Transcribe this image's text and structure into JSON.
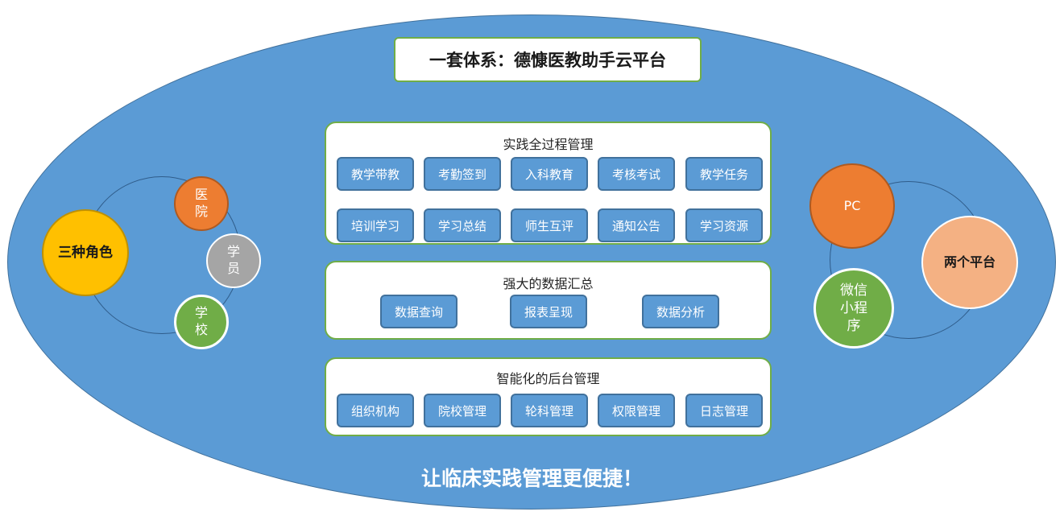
{
  "title": "一套体系：德慷医教助手云平台",
  "roles": {
    "center": "三种角色",
    "hospital": "医\n院",
    "student": "学\n员",
    "school": "学\n校"
  },
  "platforms": {
    "center": "两个平台",
    "pc": "PC",
    "mini_program": "微信\n小程\n序"
  },
  "panels": [
    {
      "title": "实践全过程管理",
      "items": [
        "教学带教",
        "考勤签到",
        "入科教育",
        "考核考试",
        "教学任务",
        "培训学习",
        "学习总结",
        "师生互评",
        "通知公告",
        "学习资源"
      ]
    },
    {
      "title": "强大的数据汇总",
      "items": [
        "数据查询",
        "报表呈现",
        "数据分析"
      ]
    },
    {
      "title": "智能化的后台管理",
      "items": [
        "组织机构",
        "院校管理",
        "轮科管理",
        "权限管理",
        "日志管理"
      ]
    }
  ],
  "slogan": "让临床实践管理更便捷！",
  "colors": {
    "background_ellipse": "#5b9bd5",
    "panel_border": "#70ad47",
    "orange": "#ed7d31",
    "gray": "#a5a5a5",
    "green": "#70ad47",
    "gold": "#ffc000",
    "peach": "#f4b183"
  }
}
